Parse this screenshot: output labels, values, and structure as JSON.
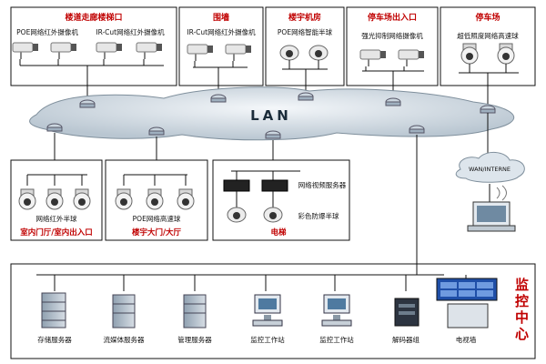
{
  "zones": {
    "corridor": "楼道走廊楼梯口",
    "fence": "围墙",
    "machine_room": "楼宇机房",
    "parking_entrance": "停车场出入口",
    "parking": "停车场",
    "indoor_door": "室内门厅/室内出入口",
    "lobby": "楼宇大门/大厅",
    "elevator": "电梯",
    "monitor_center": "监控中心"
  },
  "devices": {
    "poe_ir_camera": "POE网络红外摄像机",
    "ircut_ir_camera": "IR-Cut网络红外摄像机",
    "ircut_ir_camera_2": "IR-Cut网络红外摄像机",
    "poe_smart_dome": "POE网络智能半球",
    "backlight_camera": "强光抑制网络摄像机",
    "ultra_wide_dome": "超低照度网络高速球",
    "ir_dome": "网络红外半球",
    "poe_speed_dome": "POE网络高速球",
    "video_server": "网络视频服务器",
    "color_dome": "彩色防爆半球"
  },
  "network": {
    "lan": "LAN",
    "wan": "WAN/INTERNE"
  },
  "center_devices": [
    "存储服务器",
    "流媒体服务器",
    "管理服务器",
    "监控工作站",
    "监控工作站",
    "解码器组",
    "电视墙"
  ],
  "colors": {
    "zone_title": "#c00000",
    "line": "#111111",
    "lan_cloud": "#dfe7ee"
  }
}
